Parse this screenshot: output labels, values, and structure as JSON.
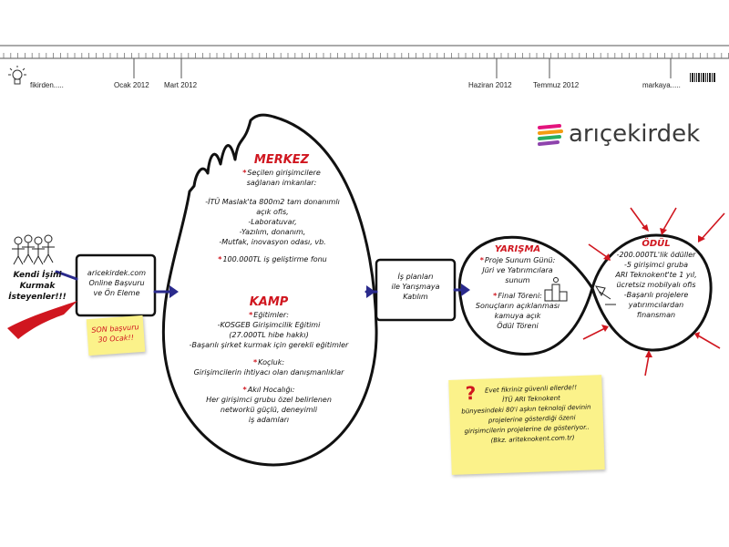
{
  "timeline": {
    "labels": [
      {
        "id": "fikirden",
        "text": "fikirden....."
      },
      {
        "id": "ocak",
        "text": "Ocak 2012"
      },
      {
        "id": "mart",
        "text": "Mart 2012"
      },
      {
        "id": "haziran",
        "text": "Haziran 2012"
      },
      {
        "id": "temmuz",
        "text": "Temmuz 2012"
      },
      {
        "id": "markaya",
        "text": "markaya....."
      }
    ]
  },
  "logo": {
    "text": "arıçekirdek"
  },
  "entrants": {
    "line1": "Kendi İşini",
    "line2": "Kurmak",
    "line3": "İsteyenler!!!"
  },
  "application_box": {
    "line1": "aricekirdek.com",
    "line2": "Online Başvuru",
    "line3": "ve Ön Eleme"
  },
  "deadline_note": {
    "line1": "SON başvuru",
    "line2": "30 Ocak!!"
  },
  "merkez": {
    "title": "MERKEZ",
    "intro_line1": "Seçilen girişimcilere",
    "intro_line2": "sağlanan imkanlar:",
    "items": [
      "-İTÜ Maslak'ta 800m2 tam donanımlı",
      "açık ofis,",
      "-Laboratuvar,",
      "-Yazılım, donanım,",
      "-Mutfak, inovasyon odası, vb."
    ],
    "fund": "100.000TL iş geliştirme fonu"
  },
  "kamp": {
    "title": "KAMP",
    "trainings_label": "Eğitimler:",
    "trainings": [
      "-KOSGEB Girişimcilik Eğitimi",
      "(27.000TL hibe hakkı)",
      "-Başarılı şirket kurmak için gerekli eğitimler"
    ],
    "coaching_label": "Koçluk:",
    "coaching": "Girişimcilerin ihtiyacı olan danışmanlıklar",
    "mentor_label": "Akıl Hocalığı:",
    "mentor": [
      "Her girişimci grubu özel belirlenen",
      "networkü güçlü, deneyimli",
      "iş adamları"
    ]
  },
  "business_plans_box": {
    "line1": "İş planları",
    "line2": "ile Yarışmaya",
    "line3": "Katılım"
  },
  "yarisma": {
    "title": "YARIŞMA",
    "pitch_label": "Proje Sunum Günü:",
    "pitch_line1": "Jüri ve Yatırımcılara",
    "pitch_line2": "sunum",
    "final_label": "Final Töreni:",
    "final_lines": [
      "Sonuçların açıklanması",
      "kamuya açık",
      "Ödül Töreni"
    ]
  },
  "odul": {
    "title": "ÖDÜL",
    "lines": [
      "-200.000TL'lik ödüller",
      "-5 girişimci gruba",
      "ARI Teknokent'te 1 yıl,",
      "ücretsiz mobilyalı ofis",
      "-Başarılı projelere",
      "yatırımcılardan",
      "finansman"
    ]
  },
  "info_note": {
    "mark": "?",
    "lines": [
      "Evet fikriniz güvenli ellerde!!",
      "İTÜ ARI Teknokent",
      "bünyesindeki 80'i aşkın teknoloji devinin",
      "projelerine gösterdiği özeni",
      "girişimcilerin projelerine de gösteriyor..",
      "(Bkz. ariteknokent.com.tr)"
    ]
  },
  "colors": {
    "accent_red": "#d0161f",
    "marker_blue": "#2a2a8c",
    "sticky_yellow": "#fbf28a"
  }
}
